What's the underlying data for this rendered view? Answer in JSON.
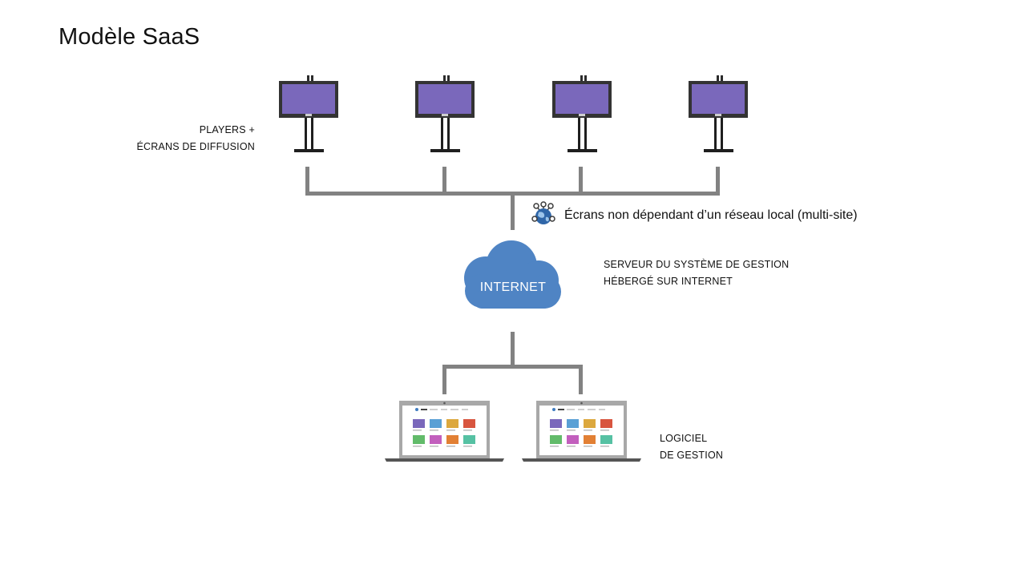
{
  "title": "Modèle SaaS",
  "players_label": {
    "line1": "PLAYERS +",
    "line2": "ÉCRANS DE DIFFUSION"
  },
  "network_note": "Écrans non dépendant d’un réseau local (multi-site)",
  "cloud_label": "INTERNET",
  "server_label": {
    "line1": "SERVEUR DU SYSTÈME DE GESTION",
    "line2": "HÉBERGÉ SUR INTERNET"
  },
  "software_label": {
    "line1": "LOGICIEL",
    "line2": "DE GESTION"
  },
  "colors": {
    "screen": "#7a68bb",
    "connector": "#828282",
    "cloud": "#4f84c4",
    "frame": "#2c2c2c"
  },
  "tile_colors": [
    "#7a68bb",
    "#5aa0d5",
    "#dca83e",
    "#d8553f",
    "#62bb6a",
    "#c25fbd",
    "#e28034",
    "#56c1a3"
  ],
  "icons": {
    "network": "network-globe-icon",
    "screen": "display-stand-icon",
    "laptop": "laptop-icon",
    "cloud": "cloud-icon"
  }
}
